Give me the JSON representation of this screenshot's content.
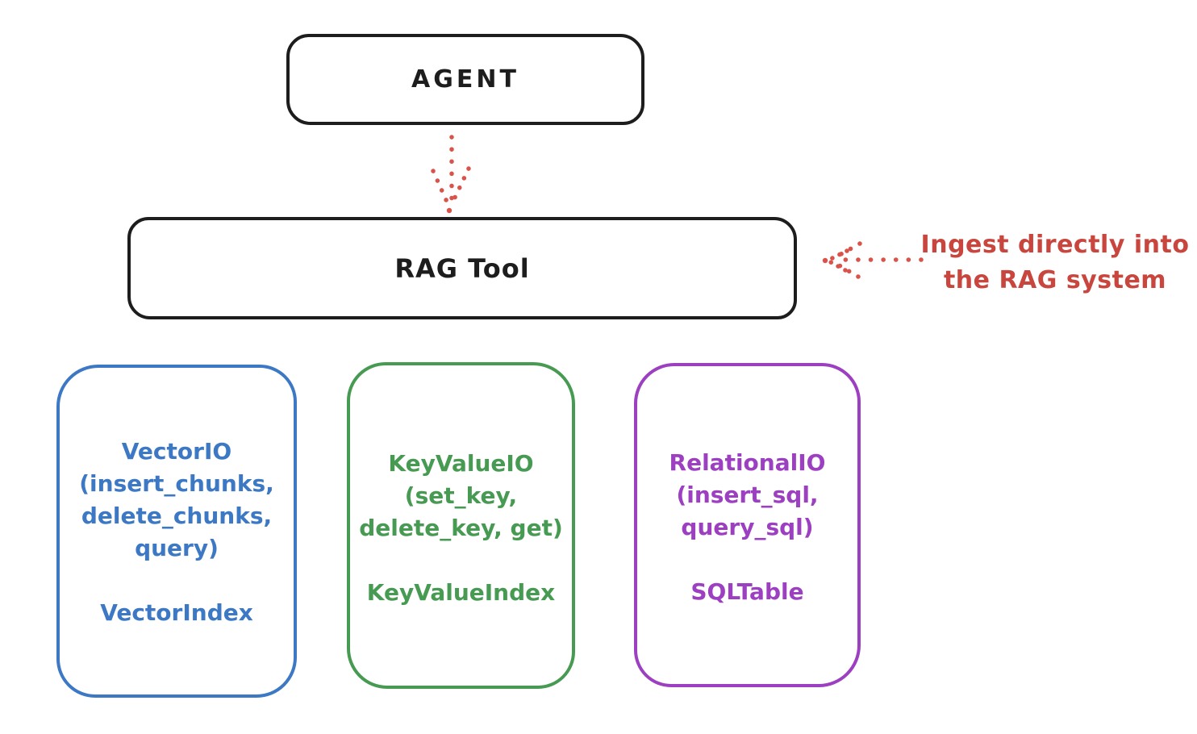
{
  "diagram": {
    "canvas_background": "#ffffff",
    "agent": {
      "label": "AGENT"
    },
    "rag_tool": {
      "label": "RAG Tool"
    },
    "annotation": {
      "line1": "Ingest directly into",
      "line2": "the RAG system",
      "color": "#c9463f"
    },
    "arrows": {
      "agent_to_rag": {
        "style": "dotted",
        "direction": "down",
        "color": "#d9534b"
      },
      "ingest_into_rag": {
        "style": "dotted",
        "direction": "left",
        "color": "#d9534b"
      }
    },
    "storage_boxes": [
      {
        "id": "vector-io",
        "color": "#3c78c4",
        "lines": [
          "VectorIO",
          "(insert_chunks,",
          "delete_chunks,",
          "query)"
        ],
        "index_label": "VectorIndex"
      },
      {
        "id": "keyvalue-io",
        "color": "#479a52",
        "lines": [
          "KeyValueIO",
          "(set_key,",
          "delete_key, get)"
        ],
        "index_label": "KeyValueIndex"
      },
      {
        "id": "relational-io",
        "color": "#9c3fc0",
        "lines": [
          "RelationalIO",
          "(insert_sql,",
          "query_sql)"
        ],
        "index_label": "SQLTable"
      }
    ],
    "colors": {
      "stroke_black": "#1d1d1d",
      "arrow_red": "#d9534b",
      "text_red": "#c9463f",
      "blue": "#3c78c4",
      "green": "#479a52",
      "purple": "#9c3fc0"
    }
  }
}
